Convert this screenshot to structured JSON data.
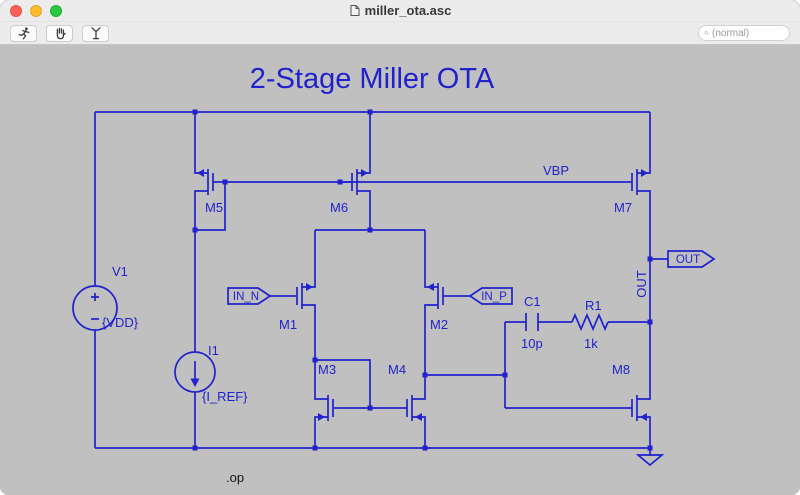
{
  "window": {
    "title": "miller_ota.asc",
    "app_icon": "document-icon",
    "traffic_lights": [
      {
        "name": "close",
        "color": "#ff5f57"
      },
      {
        "name": "minimize",
        "color": "#febc2e"
      },
      {
        "name": "zoom",
        "color": "#28c840"
      }
    ]
  },
  "toolbar": {
    "buttons": [
      {
        "icon": "run-icon"
      },
      {
        "icon": "halt-icon"
      },
      {
        "icon": "antenna-icon"
      }
    ],
    "search": {
      "icon": "search-icon",
      "placeholder": "(normal)"
    }
  },
  "schematic": {
    "heading": "2-Stage Miller OTA",
    "directive": ".op",
    "colors": {
      "wire": "#2122cc",
      "directive": "#141414",
      "canvas": "#c0c0c0"
    },
    "transistors": {
      "m1": "M1",
      "m2": "M2",
      "m3": "M3",
      "m4": "M4",
      "m5": "M5",
      "m6": "M6",
      "m7": "M7",
      "m8": "M8"
    },
    "sources": {
      "v1": {
        "name": "V1",
        "value": "{VDD}"
      },
      "i1": {
        "name": "I1",
        "value": "{I_REF}"
      }
    },
    "passives": {
      "c1": {
        "name": "C1",
        "value": "10p"
      },
      "r1": {
        "name": "R1",
        "value": "1k"
      }
    },
    "nets": {
      "vbp": "VBP",
      "out": "OUT"
    },
    "ports": {
      "in_n": "IN_N",
      "in_p": "IN_P",
      "out": "OUT"
    }
  }
}
